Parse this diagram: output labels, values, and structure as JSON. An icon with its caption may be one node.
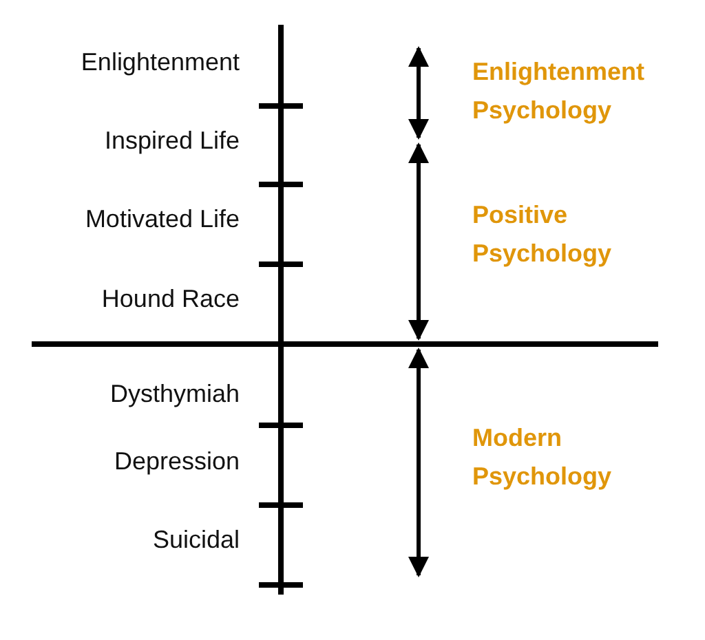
{
  "diagram": {
    "labels": [
      "Enlightenment",
      "Enlightenment Psychology",
      "Inspired Life",
      "Positive Psychology",
      "Motivated Life",
      "Hound Race",
      "Dysthymiah",
      "Modern Psychology",
      "Depression",
      "Suicidal"
    ]
  }
}
